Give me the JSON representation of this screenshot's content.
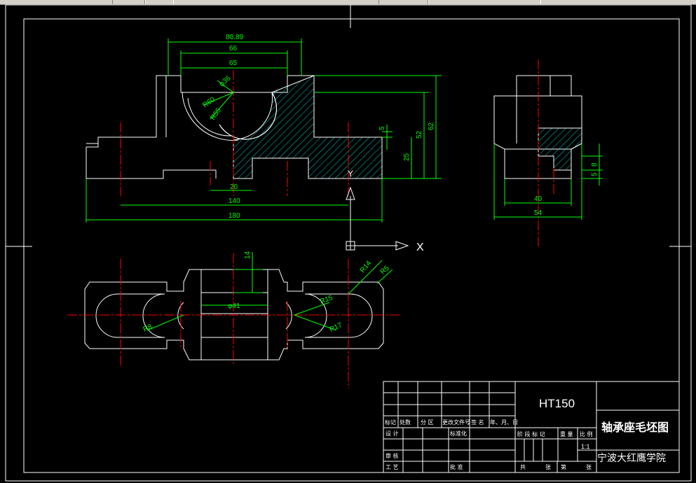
{
  "dimensions": {
    "d80_89": "80.89",
    "d66": "66",
    "d65": "65",
    "d36": "φ36",
    "r60": "R60",
    "r55": "R55",
    "d5": "5",
    "d52": "52",
    "d62": "62",
    "d25": "25",
    "d20": "20",
    "d140": "140",
    "d180": "180",
    "d8": "8",
    "d5b": "5",
    "d40": "40",
    "d54": "54",
    "d14": "14",
    "d41": "φ41",
    "r14": "R14",
    "r5": "R5",
    "r15": "R15",
    "r17": "R17",
    "r8": "R8"
  },
  "ucs": {
    "x_label": "X",
    "y_label": "Y"
  },
  "title_block": {
    "material": "HT150",
    "drawing_title": "轴承座毛坯图",
    "institution": "宁波大红鹰学院",
    "scale_value": "1:1",
    "header_cells": [
      "标记",
      "处数",
      "分 区",
      "更改文件号",
      "签 名",
      "年、月、日"
    ],
    "row_design": "设 计",
    "row_standard": "标准化",
    "row_review": "审 核",
    "row_process": "工 艺",
    "row_approve": "批 准",
    "stage_mark": "阶 段 标 记",
    "weight": "重 量",
    "ratio": "比 例",
    "sheet_total": "共",
    "sheet_word": "张",
    "sheet_no": "第",
    "sheet_word2": "张"
  }
}
